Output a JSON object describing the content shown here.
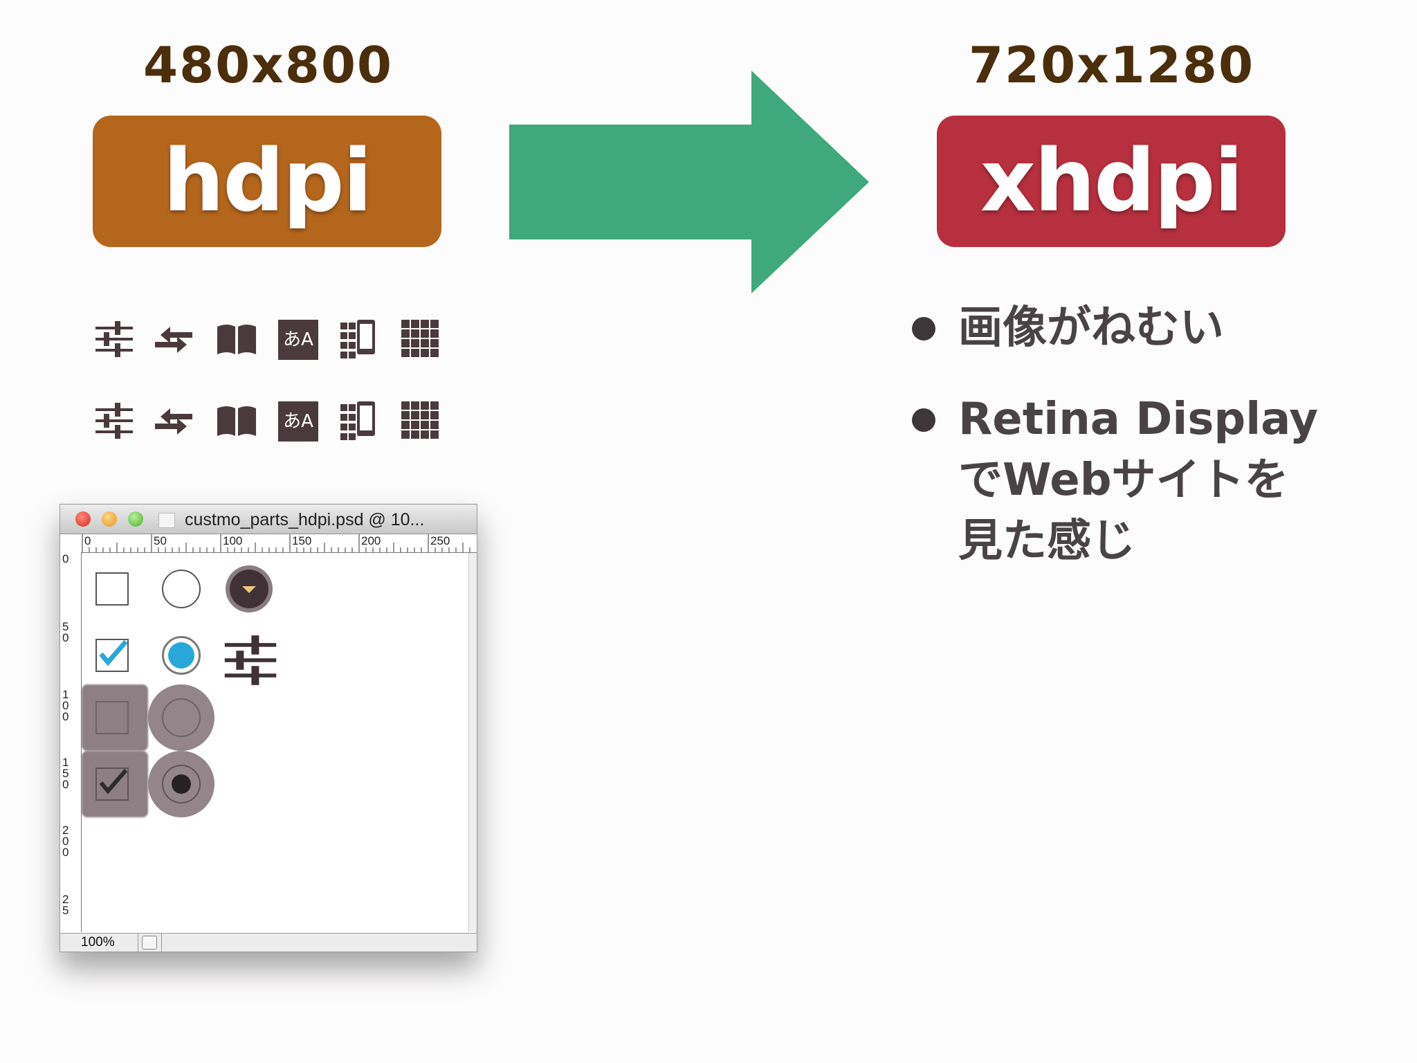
{
  "left": {
    "resolution": "480x800",
    "density_label": "hdpi",
    "color": "#b5661d"
  },
  "right": {
    "resolution": "720x1280",
    "density_label": "xhdpi",
    "color": "#b7303f"
  },
  "arrow": {
    "color": "#3fa97b"
  },
  "bullets": [
    {
      "text": "画像がねむい"
    },
    {
      "text": "Retina Display\nでWebサイトを\n見た感じ"
    }
  ],
  "icon_rows": [
    [
      "sliders-icon",
      "swap-arrows-icon",
      "book-icon",
      "translate-icon",
      "devices-icon",
      "grid-icon"
    ],
    [
      "sliders-icon",
      "swap-arrows-icon",
      "book-icon",
      "translate-icon",
      "devices-icon",
      "grid-icon"
    ]
  ],
  "psd_window": {
    "title": "custmo_parts_hdpi.psd @ 10...",
    "zoom": "100%",
    "hruler_labels": [
      "0",
      "50",
      "100",
      "150",
      "200",
      "250"
    ],
    "vruler_labels": [
      "0",
      "50",
      "100",
      "150",
      "200",
      "25"
    ]
  },
  "colors": {
    "icon": "#4a3a3e",
    "checkbox_checked": "#29a7d8"
  }
}
